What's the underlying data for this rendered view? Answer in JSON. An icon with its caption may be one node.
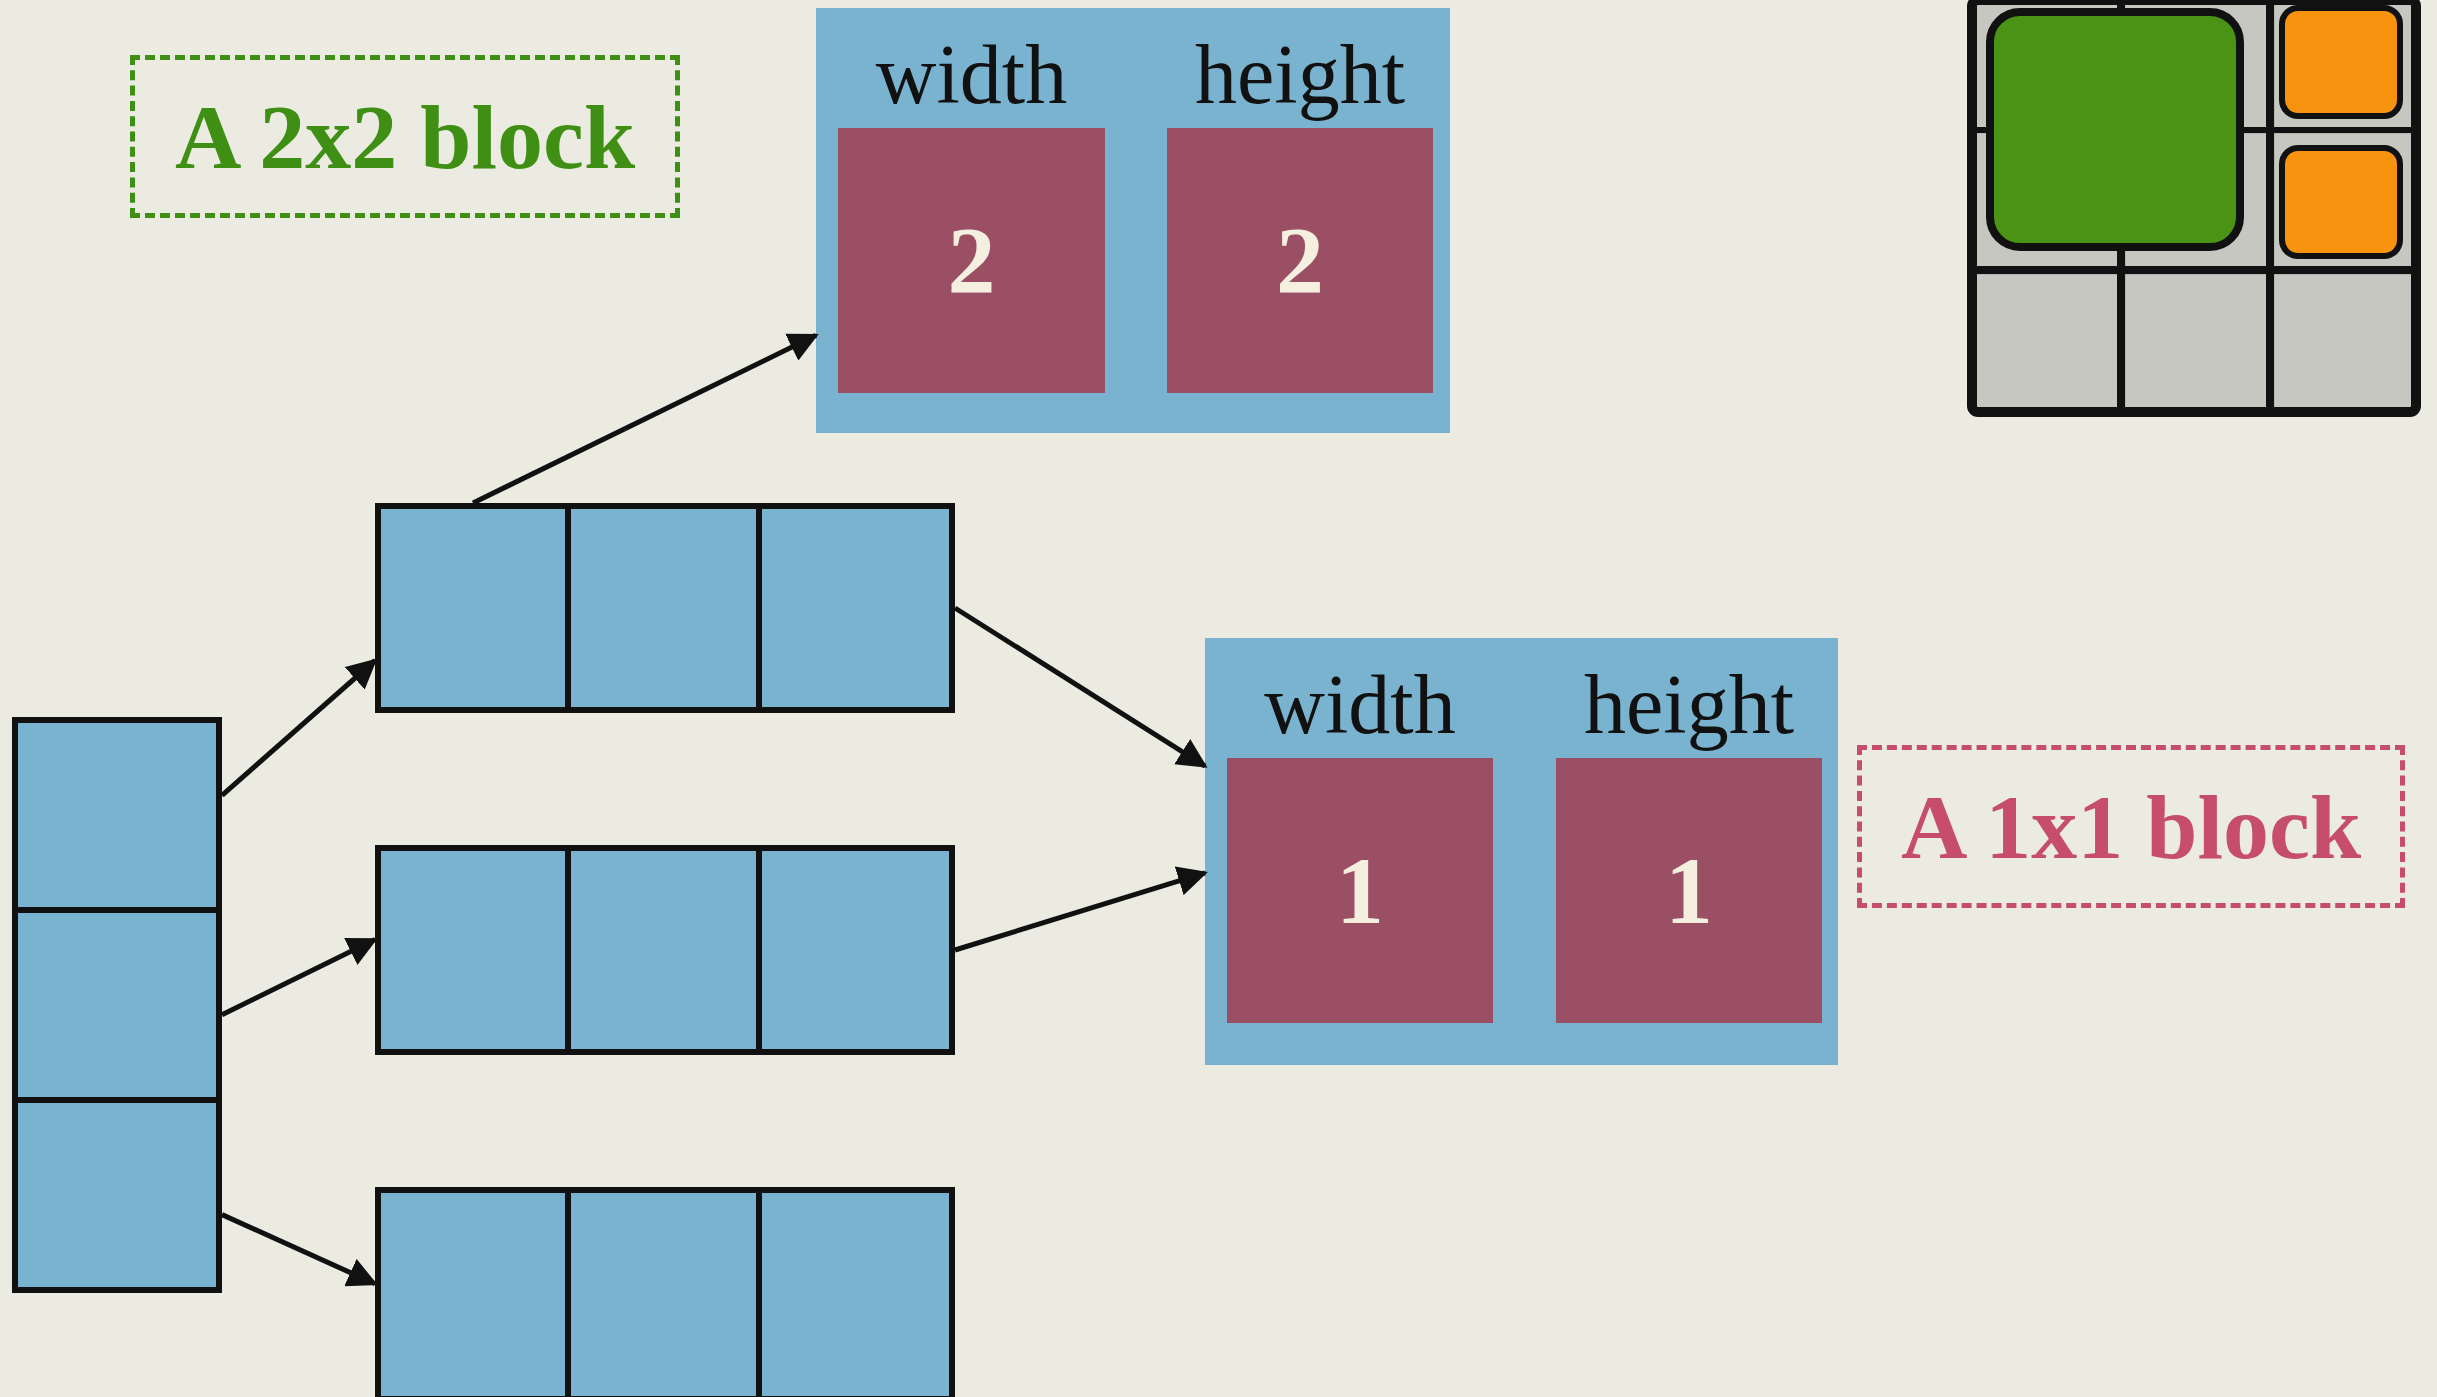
{
  "diagram": {
    "nodes": [
      {
        "text": [
          "A 2x2 block"
        ]
      },
      {
        "text": [],
        "shape": "box"
      },
      {
        "text": [
          "width",
          "2"
        ],
        "in": 1
      },
      {
        "text": [
          "height",
          "2"
        ],
        "in": 1
      },
      {
        "text": [],
        "shape": "box"
      },
      {
        "text": [],
        "shape": "box"
      },
      {
        "text": [],
        "shape": "box"
      },
      {
        "text": [],
        "shape": "box"
      },
      {
        "text": [],
        "shape": "box"
      },
      {
        "text": [
          "width",
          "1"
        ],
        "in": 8
      },
      {
        "text": [
          "height",
          "1"
        ],
        "in": 8
      },
      {
        "text": [
          "A 1x1 block"
        ]
      },
      {
        "text": [],
        "shape": "box"
      },
      {
        "text": [],
        "shape": "box"
      },
      {
        "text": [],
        "shape": "box"
      },
      {
        "text": [],
        "shape": "box"
      },
      {
        "text": [],
        "shape": "box"
      },
      {
        "text": [],
        "shape": "box"
      },
      {
        "text": [],
        "shape": "box"
      },
      {
        "text": [],
        "shape": "box"
      }
    ],
    "edges": [
      {
        "from": 7,
        "to": 4,
        "arrow": "to"
      },
      {
        "from": 4,
        "to": 1,
        "arrow": "to"
      },
      {
        "from": 6,
        "to": 8,
        "arrow": "to"
      },
      {
        "from": 15,
        "to": 12,
        "arrow": "to"
      },
      {
        "from": 14,
        "to": 8,
        "arrow": "to"
      },
      {
        "from": 16,
        "to": 17,
        "arrow": "to"
      }
    ]
  }
}
